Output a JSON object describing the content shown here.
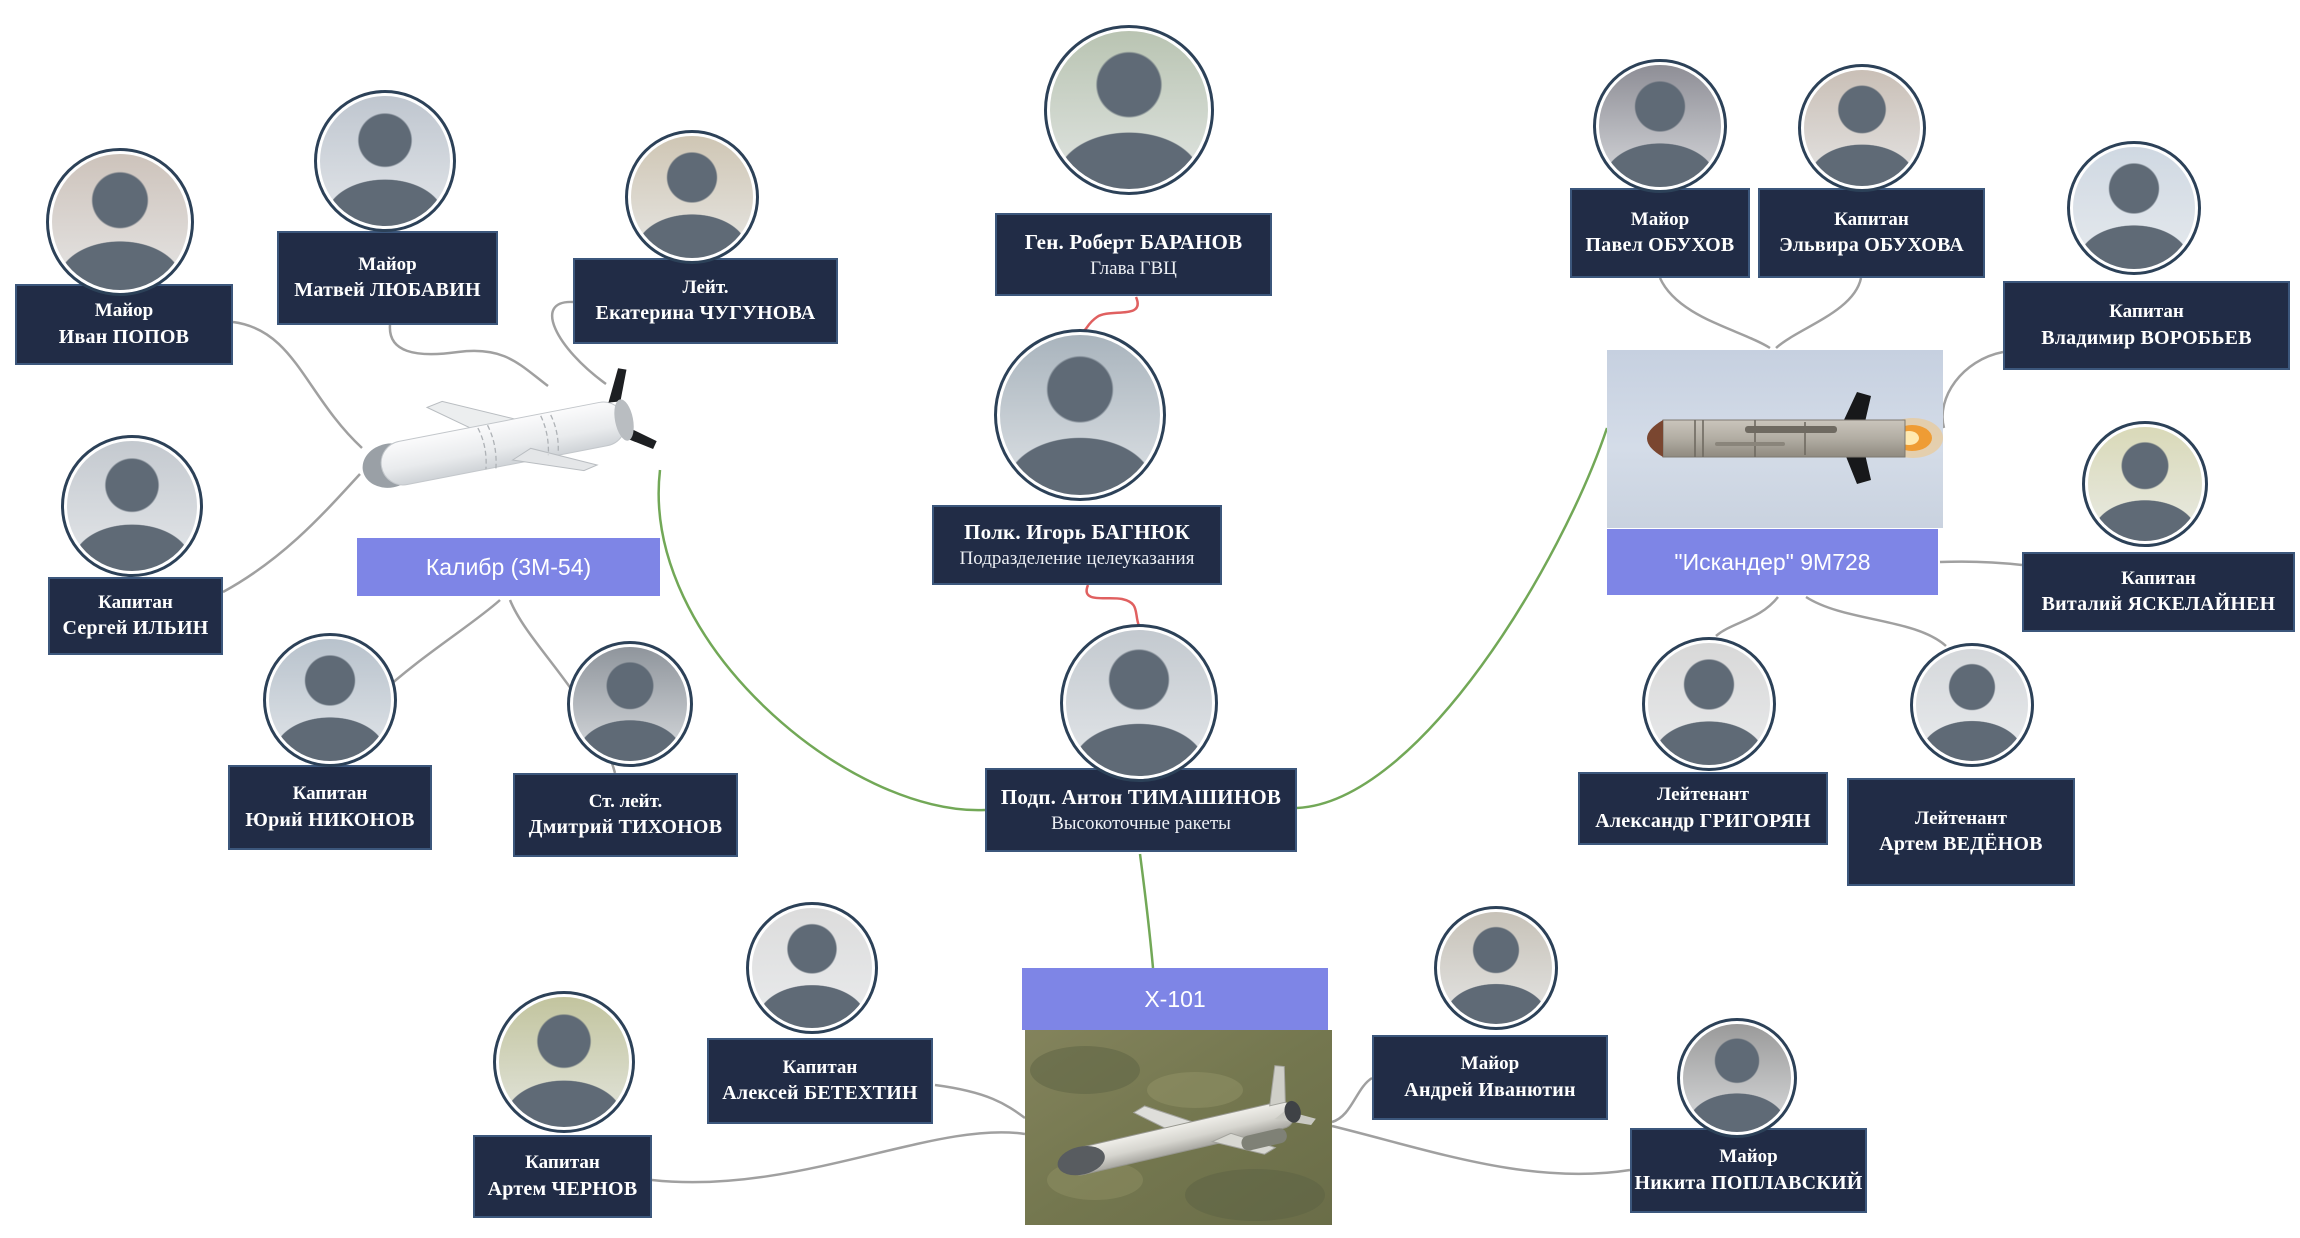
{
  "people": [
    {
      "id": "popov",
      "rank": "Майор",
      "name": "Иван ПОПОВ"
    },
    {
      "id": "lyubavin",
      "rank": "Майор",
      "name": "Матвей ЛЮБАВИН"
    },
    {
      "id": "chugunova",
      "rank": "Лейт.",
      "name": "Екатерина ЧУГУНОВА"
    },
    {
      "id": "baranov",
      "name": "Ген. Роберт БАРАНОВ",
      "role": "Глава ГВЦ"
    },
    {
      "id": "bagnyuk",
      "name": "Полк. Игорь  БАГНЮК",
      "role": "Подразделение целеуказания"
    },
    {
      "id": "timashinov",
      "name": "Подп. Антон ТИМАШИНОВ",
      "role": "Высокоточные ракеты"
    },
    {
      "id": "obukhov",
      "rank": "Майор",
      "name": "Павел ОБУХОВ"
    },
    {
      "id": "obukhova",
      "rank": "Капитан",
      "name": "Эльвира ОБУХОВА"
    },
    {
      "id": "vorobyev",
      "rank": "Капитан",
      "name": "Владимир ВОРОБЬЕВ"
    },
    {
      "id": "yaskelaynen",
      "rank": "Капитан",
      "name": "Виталий ЯСКЕЛАЙНЕН"
    },
    {
      "id": "grigoryan",
      "rank": "Лейтенант",
      "name": "Александр ГРИГОРЯН"
    },
    {
      "id": "vedyonov",
      "rank": "Лейтенант",
      "name": "Артем ВЕДЁНОВ"
    },
    {
      "id": "ilyin",
      "rank": "Капитан",
      "name": "Сергей ИЛЬИН"
    },
    {
      "id": "nikonov",
      "rank": "Капитан",
      "name": "Юрий НИКОНОВ"
    },
    {
      "id": "tikhonov",
      "rank": "Ст. лейт.",
      "name": "Дмитрий ТИХОНОВ"
    },
    {
      "id": "betekhtin",
      "rank": "Капитан",
      "name": "Алексей БЕТЕХТИН"
    },
    {
      "id": "chernov",
      "rank": "Капитан",
      "name": "Артем ЧЕРНОВ"
    },
    {
      "id": "ivanyutin",
      "rank": "Майор",
      "name": "Андрей Иванютин"
    },
    {
      "id": "poplavskiy",
      "rank": "Майор",
      "name": "Никита ПОПЛАВСКИЙ"
    }
  ],
  "missiles": [
    {
      "id": "kalibr",
      "label": "Калибр (3М-54)"
    },
    {
      "id": "iskander",
      "label": "\"Искандер\" 9М728"
    },
    {
      "id": "x101",
      "label": "X-101"
    }
  ],
  "connections": [
    {
      "from": "baranov",
      "to": "bagnyuk",
      "style": "red-squiggle"
    },
    {
      "from": "bagnyuk",
      "to": "timashinov",
      "style": "red-squiggle"
    },
    {
      "from": "timashinov",
      "to": "kalibr",
      "style": "green"
    },
    {
      "from": "timashinov",
      "to": "iskander",
      "style": "green"
    },
    {
      "from": "timashinov",
      "to": "x101",
      "style": "green"
    },
    {
      "from": "popov",
      "to": "kalibr",
      "style": "grey"
    },
    {
      "from": "lyubavin",
      "to": "kalibr",
      "style": "grey"
    },
    {
      "from": "chugunova",
      "to": "kalibr",
      "style": "grey"
    },
    {
      "from": "ilyin",
      "to": "kalibr",
      "style": "grey"
    },
    {
      "from": "nikonov",
      "to": "kalibr",
      "style": "grey"
    },
    {
      "from": "tikhonov",
      "to": "kalibr",
      "style": "grey"
    },
    {
      "from": "obukhov",
      "to": "iskander",
      "style": "grey"
    },
    {
      "from": "obukhova",
      "to": "iskander",
      "style": "grey"
    },
    {
      "from": "vorobyev",
      "to": "iskander",
      "style": "grey"
    },
    {
      "from": "yaskelaynen",
      "to": "iskander",
      "style": "grey"
    },
    {
      "from": "grigoryan",
      "to": "iskander",
      "style": "grey"
    },
    {
      "from": "vedyonov",
      "to": "iskander",
      "style": "grey"
    },
    {
      "from": "betekhtin",
      "to": "x101",
      "style": "grey"
    },
    {
      "from": "chernov",
      "to": "x101",
      "style": "grey"
    },
    {
      "from": "ivanyutin",
      "to": "x101",
      "style": "grey"
    },
    {
      "from": "poplavskiy",
      "to": "x101",
      "style": "grey"
    }
  ],
  "colors": {
    "label_box_bg": "#212c46",
    "label_box_border": "#3c577c",
    "label_text": "#ffffff",
    "missile_label_bg": "#7e85e6",
    "line_grey": "#a0a0a0",
    "line_green": "#72a857",
    "line_red": "#e06060",
    "photo_ring": "#2c4158"
  }
}
